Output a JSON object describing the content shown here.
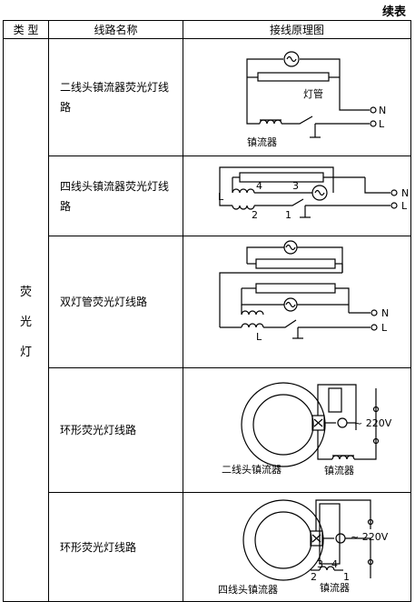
{
  "continued_label": "续表",
  "headers": {
    "type": "类  型",
    "name": "线路名称",
    "diagram": "接线原理图"
  },
  "type_label": [
    "荧",
    "光",
    "灯"
  ],
  "rows": [
    {
      "name": "二线头镇流器荧光灯线路",
      "labels": {
        "tube": "灯管",
        "N": "N",
        "L": "L",
        "ballast": "镇流器"
      }
    },
    {
      "name": "四线头镇流器荧光灯线路",
      "labels": {
        "L": "L",
        "p4": "4",
        "p3": "3",
        "p2": "2",
        "p1": "1",
        "N": "N",
        "L2": "L"
      }
    },
    {
      "name": "双灯管荧光灯线路",
      "labels": {
        "N": "N",
        "L": "L",
        "Lb": "L"
      }
    },
    {
      "name": "环形荧光灯线路",
      "labels": {
        "voltage": "~ 220V",
        "ballast_type": "二线头镇流器",
        "ballast": "镇流器"
      }
    },
    {
      "name": "环形荧光灯线路",
      "labels": {
        "voltage": "~ 220V",
        "p3": "3",
        "p4": "4",
        "p2": "2",
        "p1": "1",
        "ballast_type": "四线头镇流器",
        "ballast": "镇流器"
      }
    }
  ]
}
